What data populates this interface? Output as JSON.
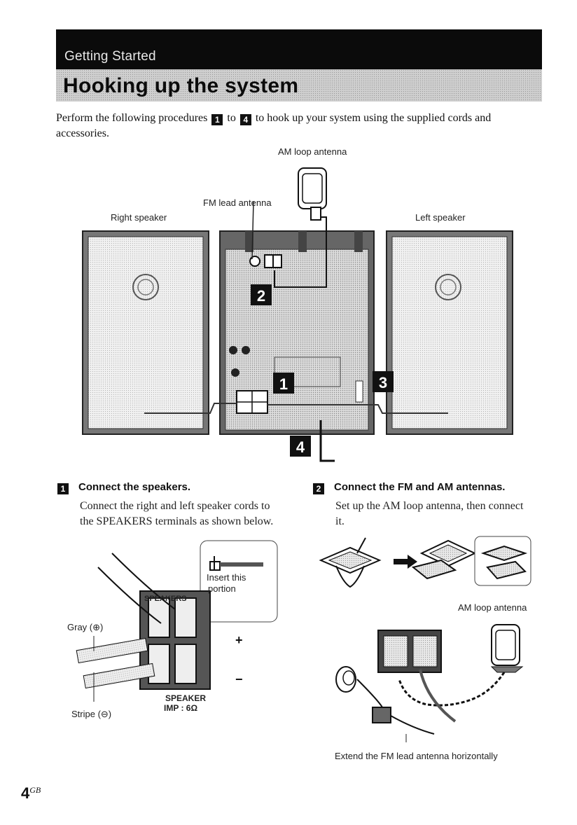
{
  "header": {
    "section": "Getting Started",
    "title": "Hooking up the system"
  },
  "intro": {
    "part1": "Perform the following procedures",
    "step_from": "1",
    "to_word": "to",
    "step_to": "4",
    "part2": "to hook up your system using the supplied cords and accessories."
  },
  "main_diagram": {
    "am_loop_label": "AM loop antenna",
    "fm_lead_label": "FM lead antenna",
    "right_speaker_label": "Right speaker",
    "left_speaker_label": "Left speaker",
    "steps": [
      "1",
      "2",
      "3",
      "4"
    ]
  },
  "section1": {
    "number": "1",
    "heading": "Connect the speakers.",
    "text_line1": "Connect the right and left speaker cords to",
    "text_line2": "the SPEAKERS terminals as shown below.",
    "insert_label_1": "Insert this",
    "insert_label_2": "portion",
    "gray_label": "Gray (⊕)",
    "stripe_label": "Stripe (⊖)",
    "terminal_title": "SPEAKERS",
    "terminal_label_1": "SPEAKER",
    "terminal_label_2": "IMP : 6Ω",
    "plus": "+",
    "minus": "−"
  },
  "section2": {
    "number": "2",
    "heading": "Connect the FM and AM antennas.",
    "text_line1": "Set up the AM loop antenna, then connect",
    "text_line2": "it.",
    "am_loop_label": "AM loop antenna",
    "extend_label": "Extend the FM lead antenna horizontally"
  },
  "page": {
    "number": "4",
    "suffix": "GB"
  }
}
